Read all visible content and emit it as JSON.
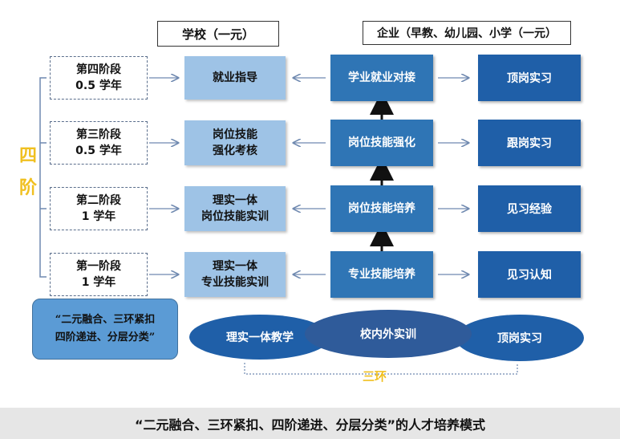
{
  "headers": {
    "school": "学校（一元）",
    "enterprise": "企业（早教、幼儿园、小学（一元）"
  },
  "side_label": [
    "四",
    "阶"
  ],
  "rows": [
    {
      "stage_line1": "第四阶段",
      "stage_line2": "0.5 学年",
      "school_line1": "就业指导",
      "school_line2": "",
      "mid": "学业就业对接",
      "right": "顶岗实习"
    },
    {
      "stage_line1": "第三阶段",
      "stage_line2": "0.5 学年",
      "school_line1": "岗位技能",
      "school_line2": "强化考核",
      "mid": "岗位技能强化",
      "right": "跟岗实习"
    },
    {
      "stage_line1": "第二阶段",
      "stage_line2": "1 学年",
      "school_line1": "理实一体",
      "school_line2": "岗位技能实训",
      "mid": "岗位技能培养",
      "right": "见习经验"
    },
    {
      "stage_line1": "第一阶段",
      "stage_line2": "1 学年",
      "school_line1": "理实一体",
      "school_line2": "专业技能实训",
      "mid": "专业技能培养",
      "right": "见习认知"
    }
  ],
  "note": {
    "line1": "“二元融合、三环紧扣",
    "line2": "四阶递进、分层分类”"
  },
  "ellipses": [
    "理实一体教学",
    "校内外实训",
    "顶岗实习"
  ],
  "three_rings": "三环",
  "caption": "“二元融合、三环紧扣、四阶递进、分层分类”的人才培养模式"
}
